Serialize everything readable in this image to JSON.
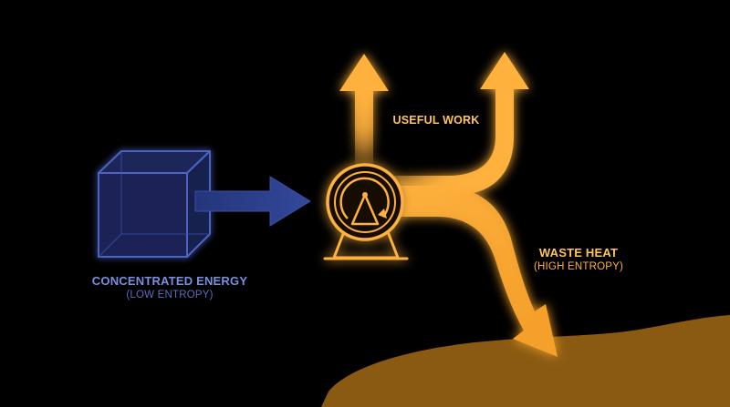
{
  "colors": {
    "background": "#000000",
    "low_entropy_blue": "#2e3f88",
    "low_entropy_blue_light": "#4d63c4",
    "energy_label_blue": "#7a8fe0",
    "energy_sub_blue": "#5a6cc0",
    "work_orange": "#ffb13e",
    "work_orange_light": "#ffd07a",
    "waste_ground": "#8a5a12"
  },
  "icons": {
    "source": "cube-icon",
    "converter": "turbine-icon"
  },
  "labels": {
    "source_title": "CONCENTRATED ENERGY",
    "source_subtitle": "(LOW ENTROPY)",
    "useful_work": "USEFUL WORK",
    "waste_title": "WASTE HEAT",
    "waste_subtitle": "(HIGH ENTROPY)"
  }
}
